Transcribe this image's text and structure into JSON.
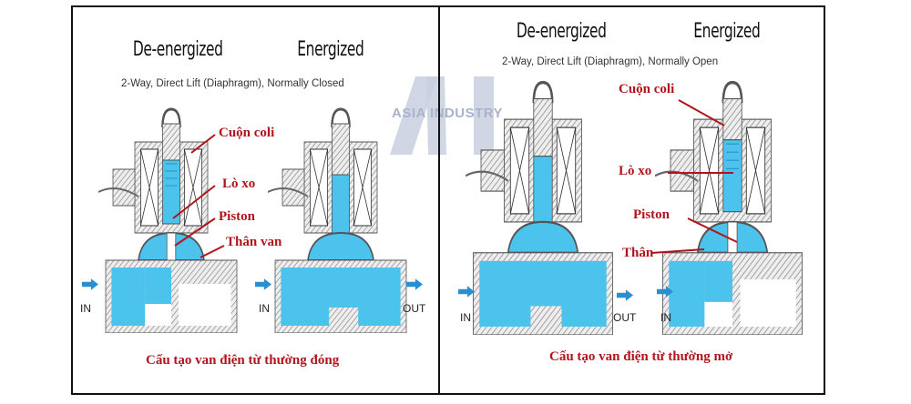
{
  "left_panel": {
    "title_deenergized": "De-energized",
    "title_energized": "Energized",
    "subtitle": "2-Way,  Direct Lift (Diaphragm),  Normally Closed",
    "labels": {
      "coil": "Cuộn coli",
      "spring": "Lò xo",
      "piston": "Piston",
      "body": "Thân van"
    },
    "io": {
      "in1": "IN",
      "in2": "IN",
      "out": "OUT"
    },
    "caption": "Cấu tạo van điện từ thường đóng"
  },
  "right_panel": {
    "title_deenergized": "De-energized",
    "title_energized": "Energized",
    "subtitle": "2-Way,  Direct Lift (Diaphragm),  Normally Open",
    "labels": {
      "coil": "Cuộn coli",
      "spring": "Lò xo",
      "piston": "Piston",
      "body": "Thân"
    },
    "io": {
      "in1": "IN",
      "out": "OUT",
      "in2": "IN"
    },
    "caption": "Cấu tạo van điện từ thường mở"
  },
  "watermark": {
    "text": "ASIA INDUSTRY",
    "logo": "AI"
  },
  "colors": {
    "water": "#4cc3ec",
    "arrow": "#2a8fd0",
    "label": "#b0151c",
    "metal": "#9a9a9a"
  }
}
